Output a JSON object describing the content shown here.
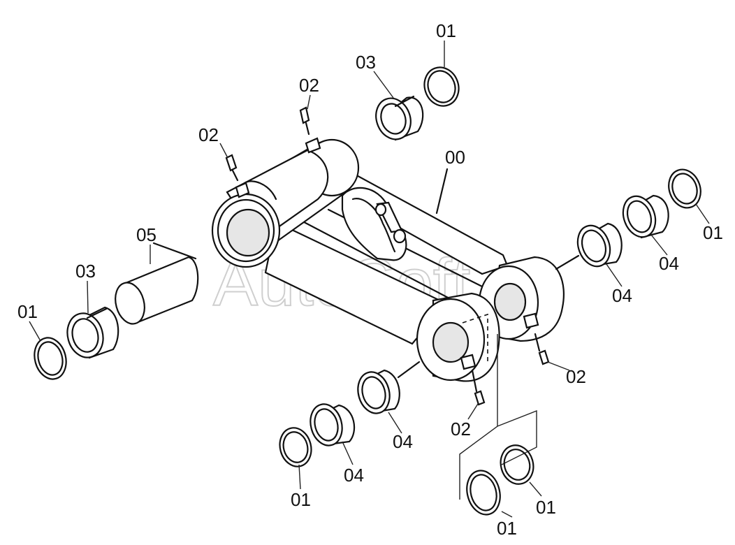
{
  "watermark": "AutoSoft",
  "callouts": {
    "c01_top": "01",
    "c03_top": "03",
    "c02_top": "02",
    "c02_left": "02",
    "c00": "00",
    "c05": "05",
    "c03_left": "03",
    "c01_left": "01",
    "c01_right": "01",
    "c04_right_outer": "04",
    "c04_right_inner": "04",
    "c02_right": "02",
    "c02_bottom": "02",
    "c04_bottom_inner": "04",
    "c04_bottom_outer": "04",
    "c01_bottom_left": "01",
    "c01_bottom_mid": "01",
    "c01_bottom_right": "01"
  }
}
